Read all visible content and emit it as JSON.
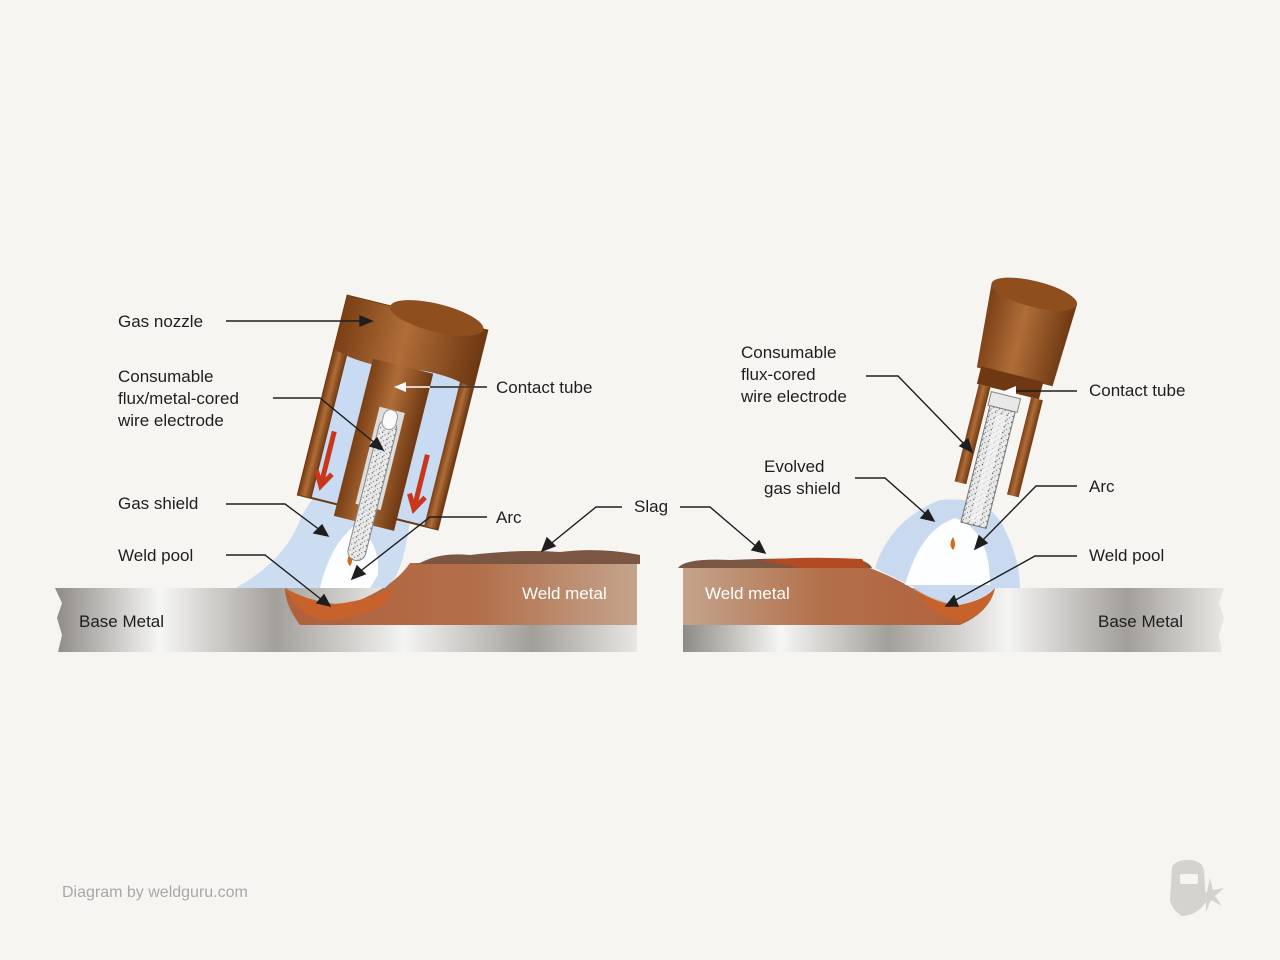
{
  "left": {
    "gas_nozzle": "Gas nozzle",
    "electrode": "Consumable\nflux/metal-cored\nwire electrode",
    "contact_tube": "Contact tube",
    "gas_shield": "Gas shield",
    "arc": "Arc",
    "weld_pool": "Weld pool",
    "weld_metal": "Weld metal",
    "base_metal": "Base Metal"
  },
  "slag": "Slag",
  "right": {
    "electrode": "Consumable\nflux-cored\nwire electrode",
    "contact_tube": "Contact tube",
    "evolved_gas_shield": "Evolved\ngas shield",
    "arc": "Arc",
    "weld_pool": "Weld pool",
    "weld_metal": "Weld metal",
    "base_metal": "Base Metal"
  },
  "credit": "Diagram by weldguru.com",
  "colors": {
    "background": "#f7f5f1",
    "copper": "#9b5a2a",
    "gas_shield": "#c9daf0",
    "weld_pool": "#c8622c",
    "slag": "#7a5a48",
    "arrow": "#c8361c"
  },
  "icons": [
    "welding-helmet-logo-icon"
  ]
}
